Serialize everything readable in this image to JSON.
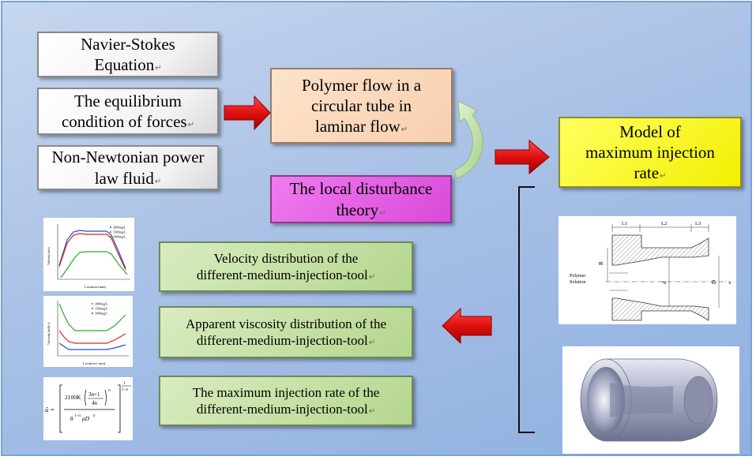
{
  "boxes": {
    "navier_stokes": [
      "Navier-Stokes",
      "Equation"
    ],
    "equilibrium": [
      "The equilibrium",
      "condition of forces"
    ],
    "power_law": [
      "Non-Newtonian power",
      "law fluid"
    ],
    "polymer_flow": [
      "Polymer flow in a",
      "circular tube in",
      "laminar flow"
    ],
    "local_disturbance": [
      "The local disturbance",
      "theory"
    ],
    "model": [
      "Model of",
      "maximum injection",
      "rate"
    ],
    "velocity_dist": [
      "Velocity distribution of the",
      "different-medium-injection-tool"
    ],
    "viscosity_dist": [
      "Apparent viscosity distribution of the",
      "different-medium-injection-tool"
    ],
    "max_rate": [
      "The maximum injection rate of the",
      "different-medium-injection-tool"
    ]
  },
  "pilcrow": "↵",
  "velocity_chart": {
    "ylabel": "Velocity (m/s)",
    "xlabel": "Location (mm)",
    "legend": [
      "2000mg/L",
      "1500mg/L",
      "1000mg/L"
    ]
  },
  "viscosity_chart": {
    "ylabel": "Viscosity (mPa·s)",
    "xlabel": "Location ( mm)",
    "legend": [
      "2000mg/L",
      "1500mg/L",
      "1000mg/L"
    ]
  },
  "schematic": {
    "labels": {
      "l1": "L1",
      "l2": "L2",
      "l3": "L3",
      "r": "R",
      "d": "d",
      "big_d": "D",
      "x": "x",
      "polymer": "Polymer",
      "solution": "Solution"
    }
  },
  "formula": {
    "lhs": "ū =",
    "num": "2100K",
    "frac_num": "3n+1",
    "frac_den": "4n",
    "exp_n": "n",
    "den": "8",
    "den_exp": "1−n",
    "den_rest": "ρD",
    "den_rest_exp": "n",
    "outer_exp_num": "1",
    "outer_exp_den": "2−n"
  },
  "colors": {
    "arrow_red": "#e01010",
    "curve_green": "#b8dca0",
    "series": [
      "#2050d0",
      "#e02020",
      "#20b020"
    ]
  }
}
